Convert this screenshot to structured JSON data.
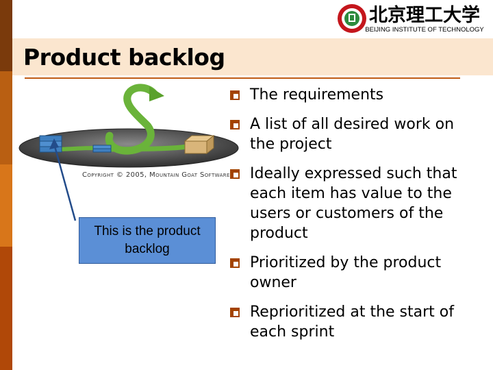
{
  "colors": {
    "side_bar": [
      "#7a3a0c",
      "#b95f12",
      "#d8761a",
      "#b04808"
    ],
    "title_band": "#fbe6cf",
    "rule": "#c05a14",
    "bullet_mark": "#a34300",
    "callout_fill": "#5b8fd6",
    "arrow": "#234c8a"
  },
  "logo": {
    "chinese": "北京理工大学",
    "english": "BEIJING INSTITUTE OF TECHNOLOGY",
    "icon": "university-seal"
  },
  "slide": {
    "title": "Product backlog",
    "copyright": "Copyright © 2005, Mountain Goat Software",
    "callout": {
      "line1": "This is the product",
      "line2": "backlog"
    },
    "bullets": [
      {
        "lines": [
          "The requirements"
        ]
      },
      {
        "lines": [
          "A list of all desired work on",
          "the project"
        ]
      },
      {
        "lines": [
          "Ideally expressed such that",
          "each item has value to the",
          "users or customers of the",
          "product"
        ]
      },
      {
        "lines": [
          "Prioritized by the product",
          "owner"
        ]
      },
      {
        "lines": [
          "Reprioritized at the start of",
          "each sprint"
        ]
      }
    ]
  }
}
